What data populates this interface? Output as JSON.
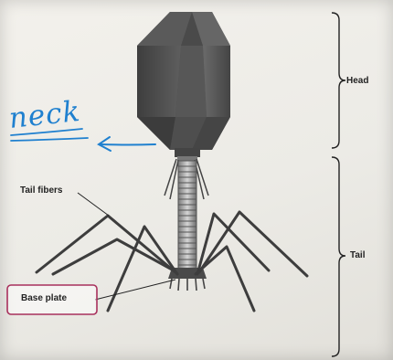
{
  "labels": {
    "head": "Head",
    "tail": "Tail",
    "tail_fibers": "Tail fibers",
    "base_plate": "Base plate",
    "neck_annotation": "neck"
  },
  "colors": {
    "capsid": "#4f4f4f",
    "annotation_ink": "#1f80cf",
    "base_plate_box": "#a8305c"
  },
  "icons": {
    "neck_arrow": "arrow-left-icon"
  }
}
